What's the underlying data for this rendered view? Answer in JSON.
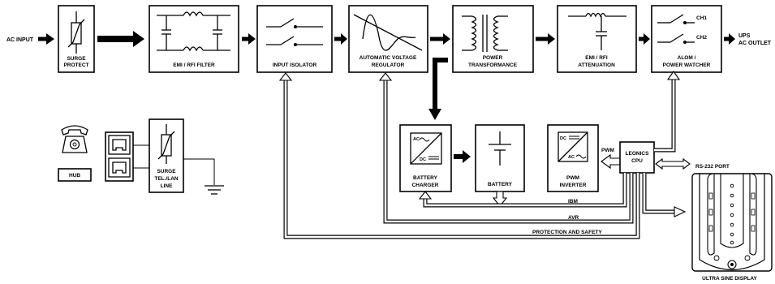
{
  "labels": {
    "ac_input": "AC INPUT",
    "surge_protect": [
      "SURGE",
      "PROTECT"
    ],
    "emi_rfi_filter": "EMI / RFI FILTER",
    "input_isolator": "INPUT ISOLATOR",
    "avr": [
      "AUTOMATIC VOLTAGE",
      "REGULATOR"
    ],
    "power_transformance": [
      "POWER",
      "TRANSFORMANCE"
    ],
    "emi_rfi_attenuation": [
      "EMI / RFI",
      "ATTENUATION"
    ],
    "alom": [
      "ALOM /",
      "POWER WATCHER"
    ],
    "ch1": "CH1",
    "ch2": "CH2",
    "ups_ac_outlet": [
      "UPS",
      "AC OUTLET"
    ],
    "hub": "HUB",
    "surge_tel_lan": [
      "SURGE",
      "TEL./LAN",
      "LINE"
    ],
    "battery_charger": [
      "BATTERY",
      "CHARGER"
    ],
    "battery": "BATTERY",
    "pwm_inverter": [
      "PWM",
      "INVERTER"
    ],
    "leonics_cpu": [
      "LEONICS",
      "CPU"
    ],
    "pwm": "PWM",
    "rs232_port": "RS-232 PORT",
    "ibm": "IBM",
    "avr_bus": "AVR",
    "protection_safety": "PROTECTION AND SAFETY",
    "ultra_sine_display": "ULTRA SINE DISPLAY",
    "ac_symbol": "AC",
    "dc_symbol": "DC"
  }
}
